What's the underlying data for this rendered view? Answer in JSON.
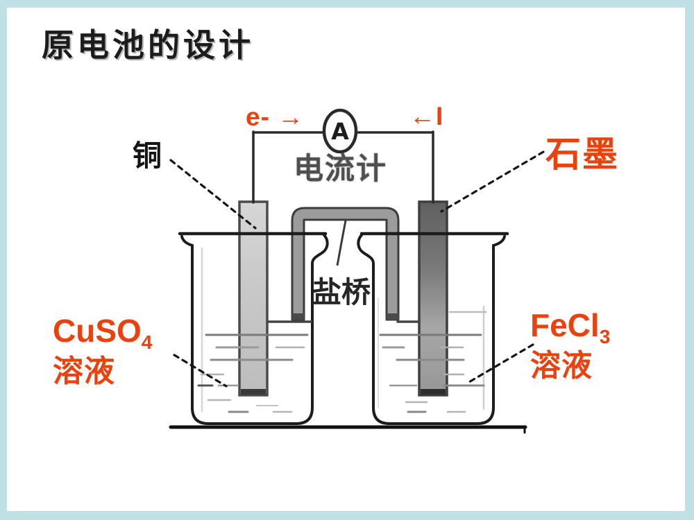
{
  "slide": {
    "title": "原电池的设计"
  },
  "circuit": {
    "electron_flow_label": "e- →",
    "current_flow_label": "←I",
    "ammeter_symbol": "A",
    "ammeter_label": "电流计",
    "salt_bridge_label": "盐桥",
    "copper_label": "铜",
    "graphite_label": "石墨",
    "left_solution": {
      "formula": "CuSO",
      "subscript": "4",
      "suffix": "溶液"
    },
    "right_solution": {
      "formula": "FeCl",
      "subscript": "3",
      "suffix": "溶液"
    }
  },
  "colors": {
    "frame": "#bfe0e5",
    "accent_red": "#e9420e",
    "copper_electrode": "#c9c9c9",
    "graphite_electrode": "#6e6e6e",
    "salt_bridge": "#9c9c9c",
    "line_black": "#1c1c1c"
  }
}
